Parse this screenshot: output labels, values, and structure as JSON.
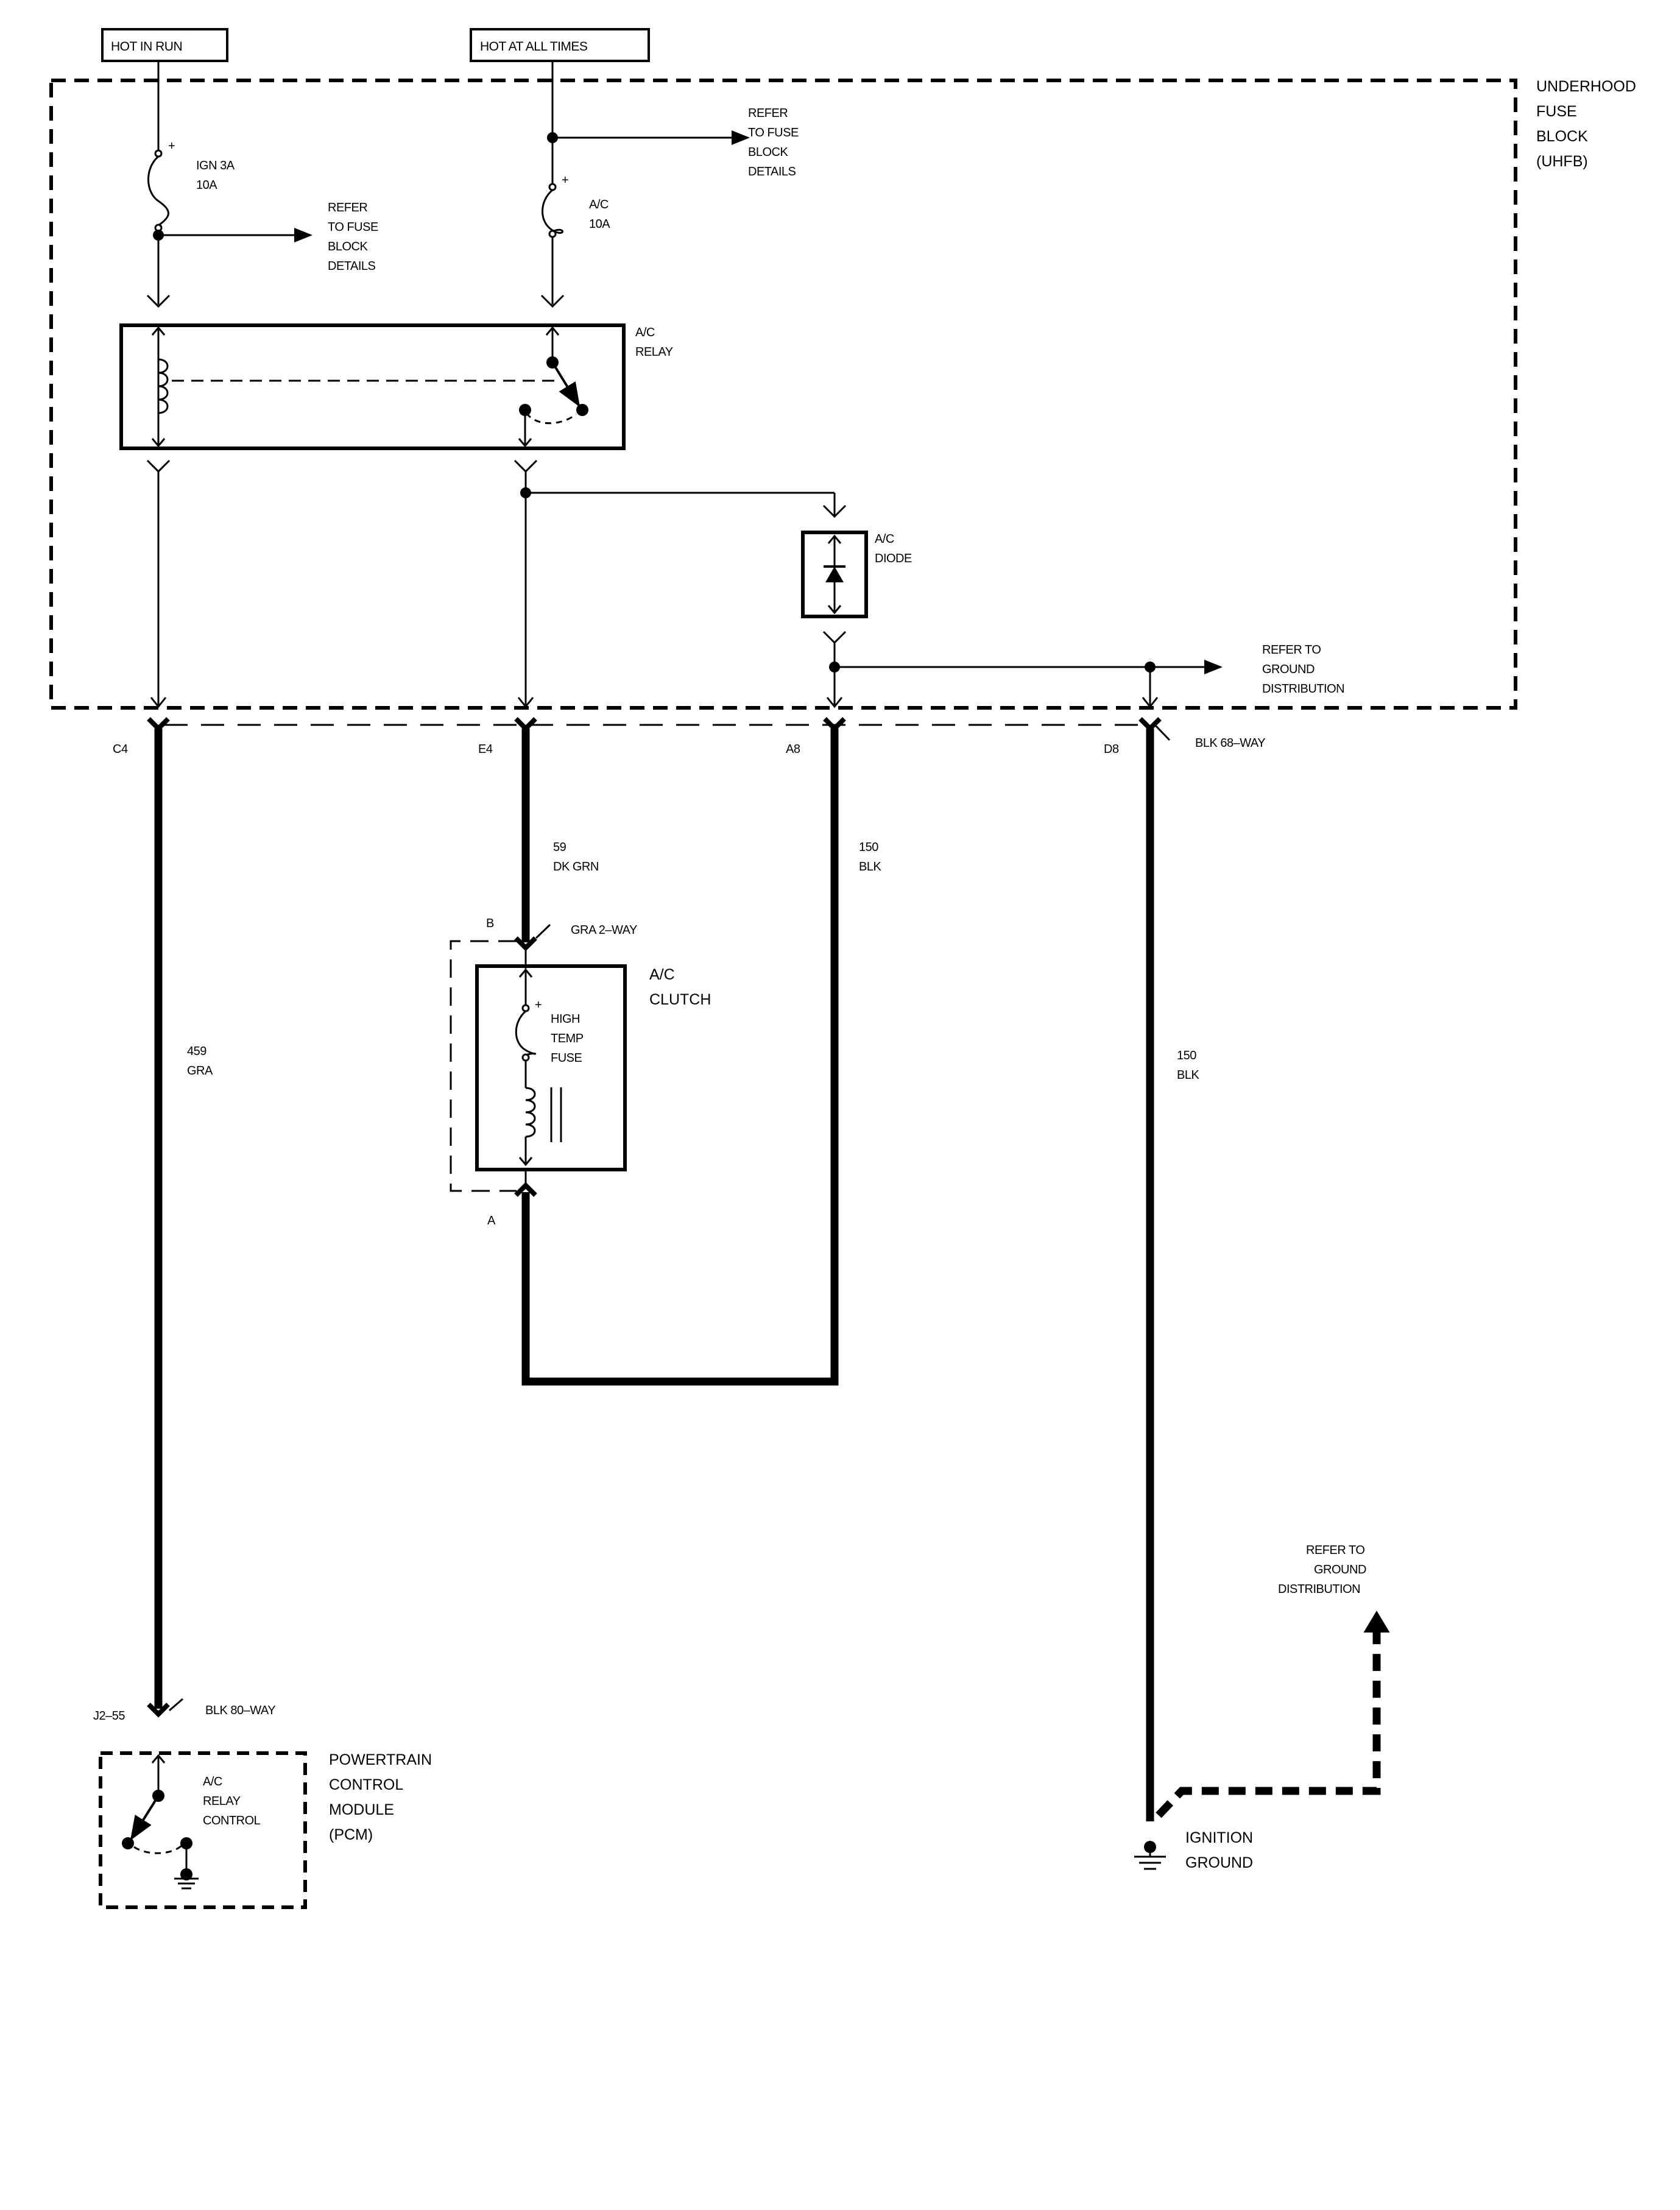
{
  "sources": {
    "hot_in_run": "HOT IN RUN",
    "hot_at_all_times": "HOT AT ALL TIMES"
  },
  "uhfb": {
    "label_lines": [
      "UNDERHOOD",
      "FUSE",
      "BLOCK",
      "(UHFB)"
    ]
  },
  "fuses": {
    "ign3a": {
      "name": "IGN 3A",
      "rating": "10A"
    },
    "ac": {
      "name": "A/C",
      "rating": "10A"
    }
  },
  "refer_fuse_block": [
    "REFER",
    "TO FUSE",
    "BLOCK",
    "DETAILS"
  ],
  "refer_fuse_block_left": [
    "REFER",
    "TO FUSE",
    "BLOCK",
    "DETAILS"
  ],
  "relay": {
    "label_lines": [
      "A/C",
      "RELAY"
    ]
  },
  "diode": {
    "label_lines": [
      "A/C",
      "DIODE"
    ]
  },
  "refer_ground_top": [
    "REFER TO",
    "GROUND",
    "DISTRIBUTION"
  ],
  "connector_uhfb": {
    "pins": [
      "C4",
      "E4",
      "A8",
      "D8"
    ],
    "name": "BLK 68–WAY"
  },
  "wires": {
    "w459": {
      "circuit": "459",
      "color": "GRA"
    },
    "w59": {
      "circuit": "59",
      "color": "DK GRN"
    },
    "w150a": {
      "circuit": "150",
      "color": "BLK"
    },
    "w150b": {
      "circuit": "150",
      "color": "BLK"
    }
  },
  "clutch_connector": {
    "pin_b": "B",
    "pin_a": "A",
    "name": "GRA 2–WAY"
  },
  "clutch": {
    "label_lines": [
      "A/C",
      "CLUTCH"
    ],
    "fuse_lines": [
      "HIGH",
      "TEMP",
      "FUSE"
    ]
  },
  "pcm_connector": {
    "pin": "J2–55",
    "name": "BLK 80–WAY"
  },
  "pcm": {
    "label_lines": [
      "POWERTRAIN",
      "CONTROL",
      "MODULE",
      "(PCM)"
    ],
    "switch_lines": [
      "A/C",
      "RELAY",
      "CONTROL"
    ]
  },
  "refer_ground_bottom": [
    "REFER TO",
    "GROUND",
    "DISTRIBUTION"
  ],
  "ground": {
    "label_lines": [
      "IGNITION",
      "GROUND"
    ]
  },
  "plus_sign": "+"
}
